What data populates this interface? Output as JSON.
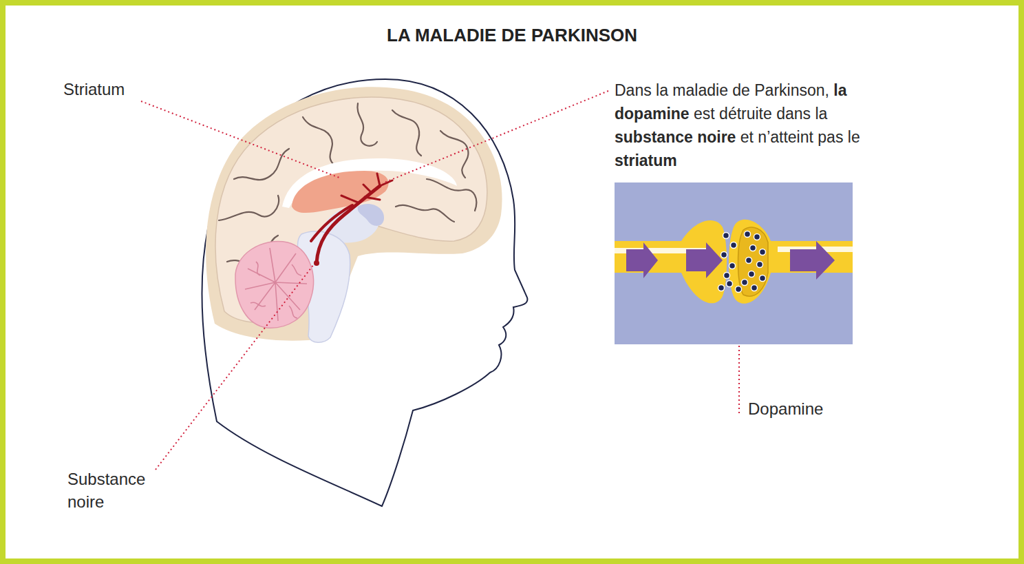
{
  "diagram": {
    "title": "LA MALADIE DE PARKINSON",
    "labels": [
      "Striatum",
      "Dans la maladie de Parkinson, la dopamine est détruite dans la substance noire et n’atteint pas le striatum",
      "Dopamine",
      "Substance noire"
    ]
  }
}
